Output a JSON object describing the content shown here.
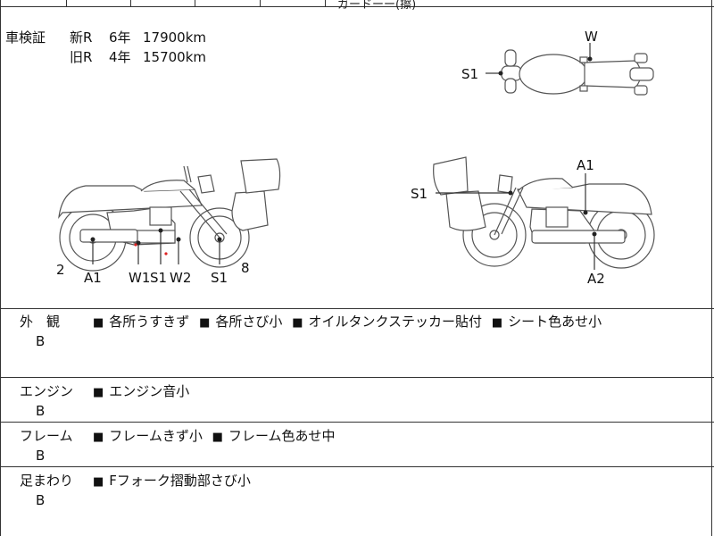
{
  "top_residue": "ガードーー(擦)",
  "inspection": {
    "label": "車検証",
    "rows": [
      {
        "type": "新R",
        "years": "6年",
        "km": "17900km"
      },
      {
        "type": "旧R",
        "years": "4年",
        "km": "15700km"
      }
    ]
  },
  "diagram_labels": {
    "top_w": "W",
    "top_s1": "S1",
    "left_2": "2",
    "left_a1": "A1",
    "left_w1": "W1",
    "left_s1": "S1",
    "left_w2": "W2",
    "left_s1b": "S1",
    "left_8": "8",
    "right_s1": "S1",
    "right_a1": "A1",
    "right_a2": "A2"
  },
  "sections": [
    {
      "category": "外　観",
      "grade": "B",
      "items": [
        "各所うすきず",
        "各所さび小",
        "オイルタンクステッカー貼付",
        "シート色あせ小"
      ]
    },
    {
      "category": "エンジン",
      "grade": "B",
      "items": [
        "エンジン音小"
      ]
    },
    {
      "category": "フレーム",
      "grade": "B",
      "items": [
        "フレームきず小",
        "フレーム色あせ中"
      ]
    },
    {
      "category": "足まわり",
      "grade": "B",
      "items": [
        "Fフォーク摺動部さび小"
      ]
    }
  ]
}
